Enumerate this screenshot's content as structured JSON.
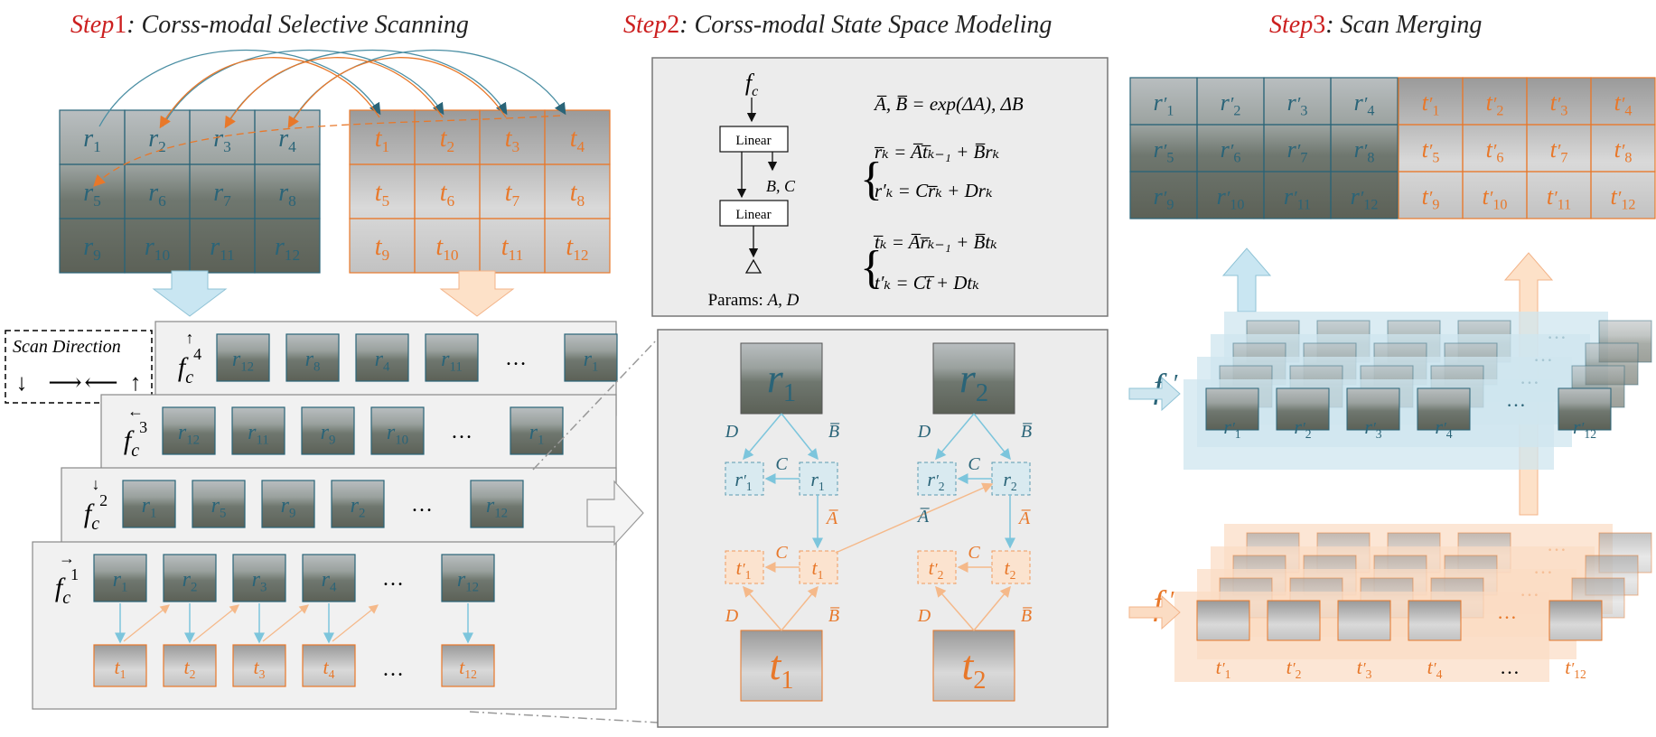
{
  "colors": {
    "rgb_accent": "#2a6478",
    "thermal_accent": "#e8782a",
    "step_red": "#cc1f1f",
    "light_blue_arrow": "#c9e6f2",
    "light_orange_arrow": "#fde1c8",
    "panel_gray": "#ececec"
  },
  "steps": [
    {
      "prefix": "Step",
      "num": "1",
      "title": ": Corss-modal Selective Scanning"
    },
    {
      "prefix": "Step",
      "num": "2",
      "title": ": Corss-modal State Space Modeling"
    },
    {
      "prefix": "Step",
      "num": "3",
      "title": ": Scan Merging"
    }
  ],
  "step1": {
    "rgb_grid": [
      "r",
      "1",
      "r",
      "2",
      "r",
      "3",
      "r",
      "4",
      "r",
      "5",
      "r",
      "6",
      "r",
      "7",
      "r",
      "8",
      "r",
      "9",
      "r",
      "10",
      "r",
      "11",
      "r",
      "12"
    ],
    "thermal_grid": [
      "t",
      "1",
      "t",
      "2",
      "t",
      "3",
      "t",
      "4",
      "t",
      "5",
      "t",
      "6",
      "t",
      "7",
      "t",
      "8",
      "t",
      "9",
      "t",
      "10",
      "t",
      "11",
      "t",
      "12"
    ],
    "scan_direction_label": "Scan Direction",
    "scan_arrows": [
      "↓",
      "⟶",
      "⟵",
      "↑"
    ],
    "feature_base": "f",
    "feature_sub": "c",
    "layers": [
      {
        "sup": "4",
        "arrow": "↑",
        "rgb": [
          "12",
          "8",
          "4",
          "11",
          "…",
          "1"
        ]
      },
      {
        "sup": "3",
        "arrow": "←",
        "rgb": [
          "12",
          "11",
          "9",
          "10",
          "…",
          "1"
        ]
      },
      {
        "sup": "2",
        "arrow": "↓",
        "rgb": [
          "1",
          "5",
          "9",
          "2",
          "…",
          "12"
        ]
      },
      {
        "sup": "1",
        "arrow": "→",
        "rgb": [
          "1",
          "2",
          "3",
          "4",
          "…",
          "12"
        ],
        "thermal": [
          "1",
          "2",
          "3",
          "4",
          "…",
          "12"
        ]
      }
    ]
  },
  "step2": {
    "top": {
      "input_label": "f",
      "input_sub": "c",
      "linear1": "Linear",
      "linear2": "Linear",
      "bc_label": "B, C",
      "params_prefix": "Params: ",
      "params_vals": "A, D",
      "eq_discretize": "A̅, B̅ = exp(ΔA), ΔB",
      "eq_r_state": "r̅ₖ = A̅t̅ₖ₋₁ + B̅rₖ",
      "eq_r_out": "r′ₖ = Cr̅ₖ + Drₖ",
      "eq_t_state": "t̅ₖ = A̅r̅ₖ₋₁ + B̅tₖ",
      "eq_t_out": "t′ₖ = Ct̅ + Dtₖ"
    },
    "bottom": {
      "r_nodes": [
        "r",
        "1",
        "r",
        "2"
      ],
      "t_nodes": [
        "t",
        "1",
        "t",
        "2"
      ],
      "edge_D": "D",
      "edge_B": "B̅",
      "edge_C": "C",
      "edge_A": "A̅"
    }
  },
  "step3": {
    "rgb_out": [
      "1",
      "2",
      "3",
      "4",
      "5",
      "6",
      "7",
      "8",
      "9",
      "10",
      "11",
      "12"
    ],
    "thermal_out": [
      "1",
      "2",
      "3",
      "4",
      "5",
      "6",
      "7",
      "8",
      "9",
      "10",
      "11",
      "12"
    ],
    "fv_base": "f",
    "fv_sub": "v",
    "ft_base": "f",
    "ft_sub": "t",
    "rgb_seq": [
      "1",
      "2",
      "3",
      "4",
      "…",
      "12"
    ],
    "thermal_seq": [
      "1",
      "2",
      "3",
      "4",
      "…",
      "12"
    ]
  }
}
